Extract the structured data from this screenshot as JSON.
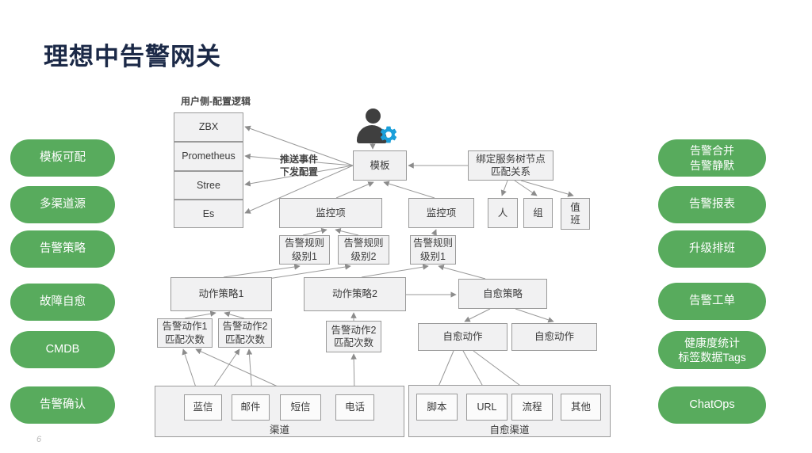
{
  "slide": {
    "title": "理想中告警网关",
    "page_number": "6"
  },
  "left_pills": [
    "模板可配",
    "多渠道源",
    "告警策略",
    "故障自愈",
    "CMDB",
    "告警确认"
  ],
  "right_pills": [
    "告警合并\n告警静默",
    "告警报表",
    "升级排班",
    "告警工单",
    "健康度统计\n标签数据Tags",
    "ChatOps"
  ],
  "diagram": {
    "config_section_label": "用户侧-配置逻辑",
    "sources": [
      "ZBX",
      "Prometheus",
      "Stree",
      "Es"
    ],
    "push_label": "推送事件\n下发配置",
    "template": "模板",
    "bind_node": "绑定服务树节点\n匹配关系",
    "person": "人",
    "group": "组",
    "duty": "值班",
    "monitor_left": "监控项",
    "monitor_right": "监控项",
    "rule_l1": "告警规则\n级别1",
    "rule_l2": "告警规则\n级别2",
    "rule_r1": "告警规则\n级别1",
    "policy1": "动作策略1",
    "policy2": "动作策略2",
    "heal_policy": "自愈策略",
    "action1": "告警动作1\n匹配次数",
    "action2": "告警动作2\n匹配次数",
    "action2_right": "告警动作2\n匹配次数",
    "heal_action_left": "自愈动作",
    "heal_action_right": "自愈动作",
    "channel_group_label": "渠道",
    "channels": [
      "蓝信",
      "邮件",
      "短信",
      "电话"
    ],
    "heal_group_label": "自愈渠道",
    "heal_channels": [
      "脚本",
      "URL",
      "流程",
      "其他"
    ]
  },
  "colors": {
    "pill_green": "#58ab5d",
    "title_navy": "#1b2947",
    "connector_gray": "#8c8c8c",
    "gear_blue": "#1b9fda",
    "person_gray": "#3f3f3f"
  }
}
